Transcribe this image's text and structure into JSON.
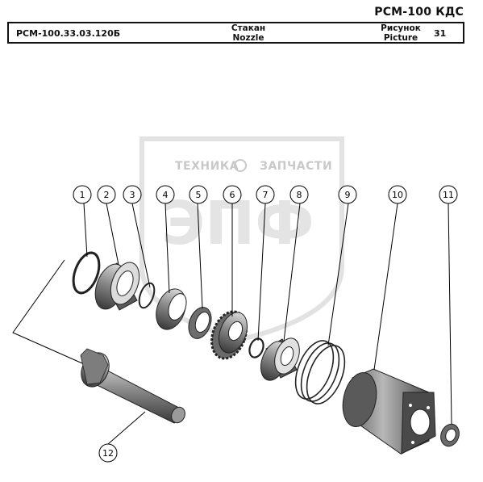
{
  "header": {
    "model": "РСМ-100 КДС",
    "part_code": "РСМ-100.33.03.120Б",
    "part_name_ru": "Стакан",
    "part_name_en": "Nozzle",
    "picture_label_ru": "Рисунок",
    "picture_label_en": "Picture",
    "picture_number": "31"
  },
  "watermark": {
    "top_left": "ТЕХНИКА",
    "top_right": "ЗАПЧАСТИ",
    "big": "ЭПФ"
  },
  "callouts": [
    "1",
    "2",
    "3",
    "4",
    "5",
    "6",
    "7",
    "8",
    "9",
    "10",
    "11",
    "12"
  ],
  "colors": {
    "line": "#000000",
    "part_fill": "#8a8a8a",
    "watermark": "#d8d8d8"
  }
}
